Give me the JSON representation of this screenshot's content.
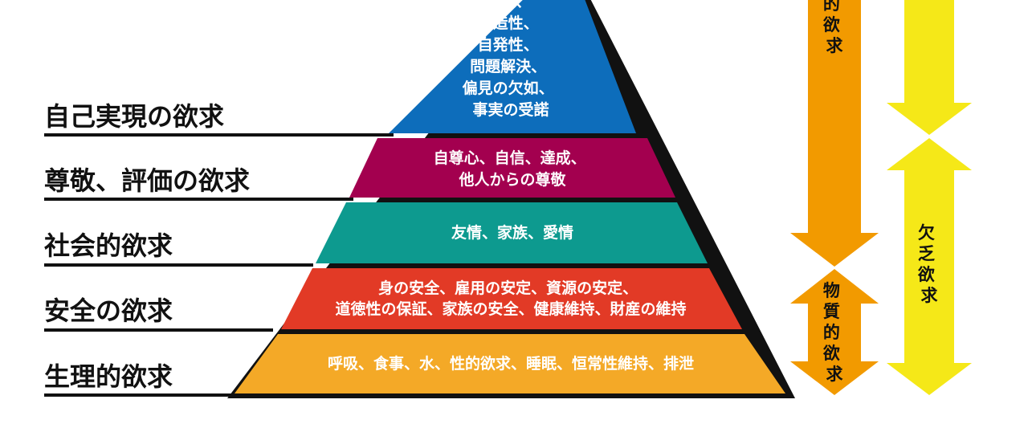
{
  "pyramid": {
    "levels": [
      {
        "label": "自己実現の欲求",
        "color": "#0D6DBB",
        "lines": [
          "道徳、",
          "創造性、",
          "自発性、",
          "問題解決、",
          "偏見の欠如、",
          "事実の受諾"
        ]
      },
      {
        "label": "尊敬、評価の欲求",
        "color": "#A3004F",
        "lines": [
          "自尊心、自信、達成、",
          "他人からの尊敬"
        ]
      },
      {
        "label": "社会的欲求",
        "color": "#0D9A8F",
        "lines": [
          "友情、家族、愛情"
        ]
      },
      {
        "label": "安全の欲求",
        "color": "#E23A26",
        "lines": [
          "身の安全、雇用の安定、資源の安定、",
          "道徳性の保証、家族の安全、健康維持、財産の維持"
        ]
      },
      {
        "label": "生理的欲求",
        "color": "#F4A927",
        "lines": [
          "呼吸、食事、水、性的欲求、睡眠、恒常性維持、排泄"
        ]
      }
    ]
  },
  "arrows": {
    "orange": {
      "color": "#F29A00",
      "top_chars": [
        "的",
        "欲",
        "求"
      ],
      "bottom_chars": [
        "物",
        "質",
        "的",
        "欲",
        "求"
      ]
    },
    "yellow": {
      "color": "#F5E818",
      "chars": [
        "欠",
        "乏",
        "欲",
        "求"
      ]
    }
  }
}
